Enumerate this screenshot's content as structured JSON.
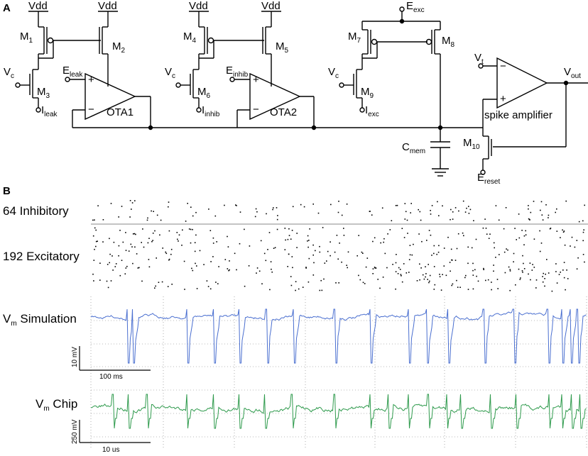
{
  "panel_a": {
    "label": "A",
    "vdd": "Vdd",
    "m1": "M",
    "m1_sub": "1",
    "m2": "M",
    "m2_sub": "2",
    "m3": "M",
    "m3_sub": "3",
    "m4": "M",
    "m4_sub": "4",
    "m5": "M",
    "m5_sub": "5",
    "m6": "M",
    "m6_sub": "6",
    "m7": "M",
    "m7_sub": "7",
    "m8": "M",
    "m8_sub": "8",
    "m9": "M",
    "m9_sub": "9",
    "m10": "M",
    "m10_sub": "10",
    "vc": "V",
    "vc_sub": "c",
    "ileak": "I",
    "ileak_sub": "leak",
    "iinhib": "I",
    "iinhib_sub": "inhib",
    "iexc": "I",
    "iexc_sub": "exc",
    "eleak": "E",
    "eleak_sub": "leak",
    "einhib": "E",
    "einhib_sub": "inhib",
    "eexc": "E",
    "eexc_sub": "exc",
    "ereset": "E",
    "ereset_sub": "reset",
    "ota1": "OTA1",
    "ota2": "OTA2",
    "plus": "+",
    "minus": "−",
    "cmem": "C",
    "cmem_sub": "mem",
    "vt": "V",
    "vt_sub": "t",
    "vout": "V",
    "vout_sub": "out",
    "spike_amp": "spike amplifier"
  },
  "panel_b": {
    "label": "B",
    "inhibitory": "64 Inhibitory",
    "excitatory": "192 Excitatory",
    "vm_sim": "V",
    "vm_sim_sub": "m",
    "vm_sim_rest": " Simulation",
    "vm_chip": "V",
    "vm_chip_sub": "m",
    "vm_chip_rest": " Chip",
    "sim_vscale": "10 mV",
    "sim_tscale": "100 ms",
    "chip_vscale": "250 mV",
    "chip_tscale": "10 us"
  },
  "colors": {
    "sim_trace": "#4a6fd0",
    "chip_trace": "#2e9a4c",
    "raster": "#000000",
    "grid": "#777777"
  },
  "traces": {
    "sim_spike_count": 18,
    "chip_spike_count": 21,
    "raster_inhibitory_rows": 64,
    "raster_excitatory_rows": 192
  }
}
